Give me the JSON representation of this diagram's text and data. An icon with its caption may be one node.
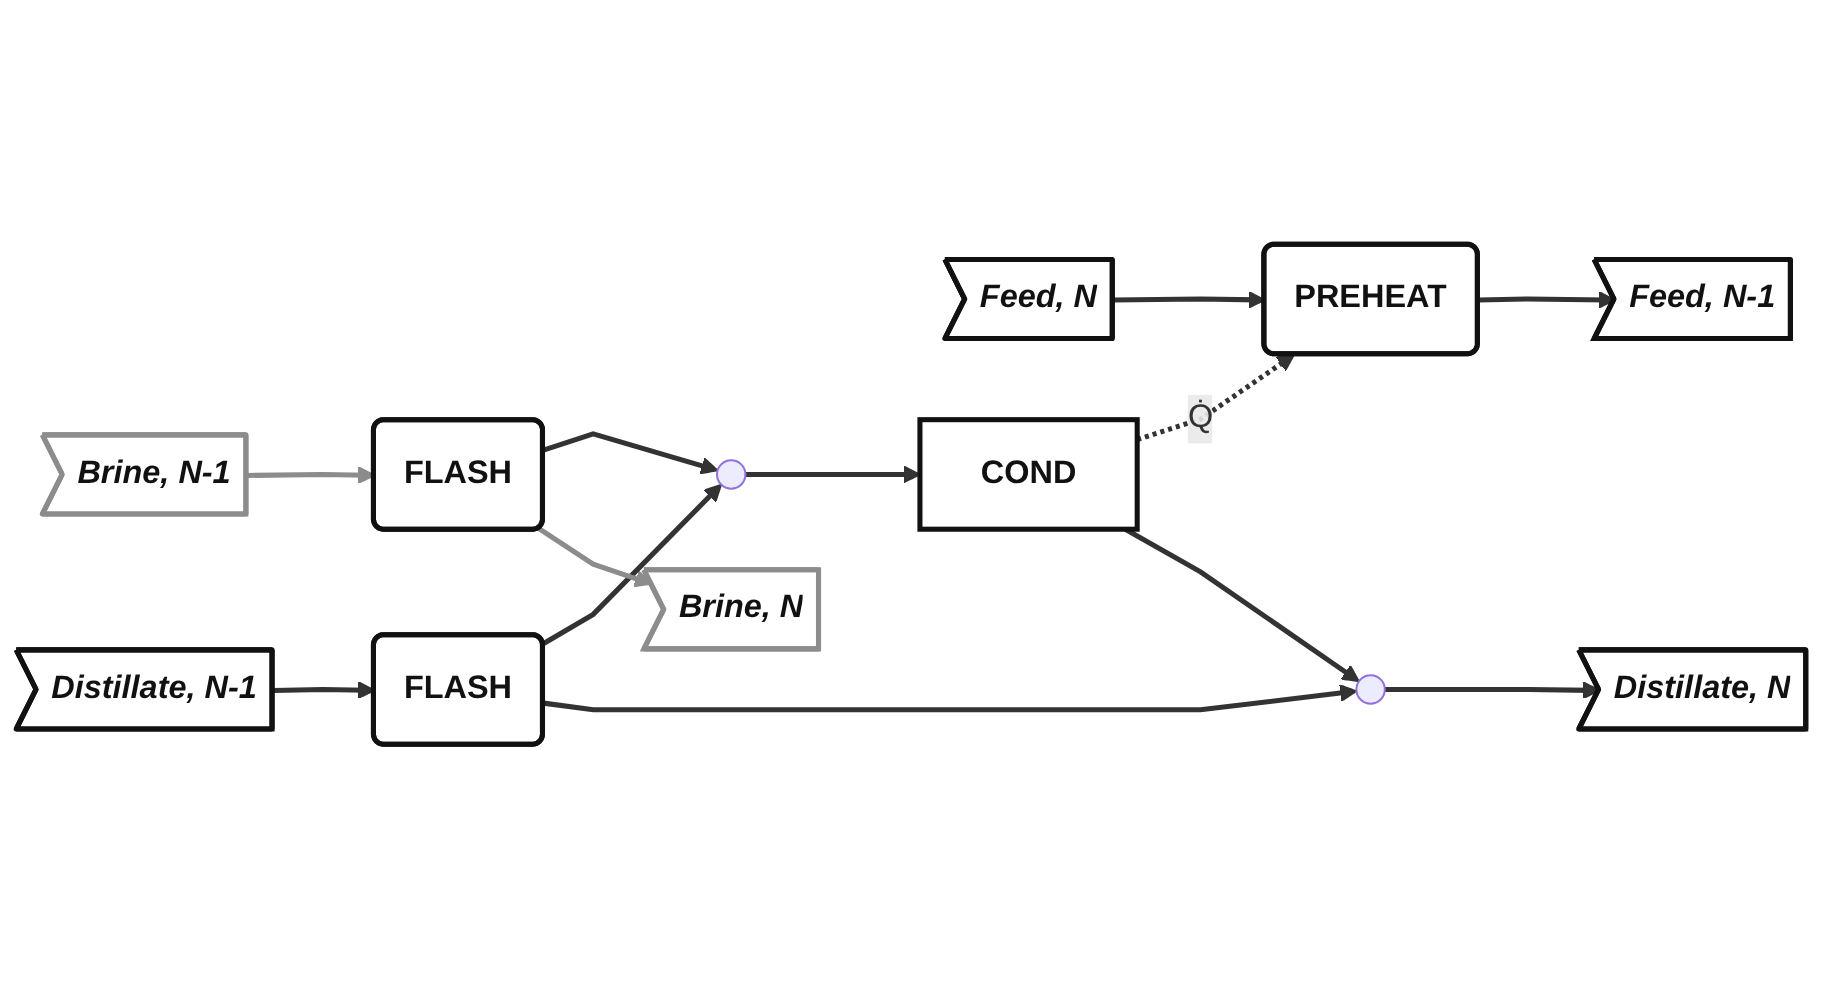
{
  "diagram": {
    "nodes": [
      {
        "text": [
          "Feed, N-1"
        ]
      },
      {
        "text": [
          "PREHEAT"
        ]
      },
      {
        "text": [
          "Feed, N"
        ]
      },
      {
        "text": [
          "COND"
        ]
      },
      {
        "text": [],
        "shape": "circle"
      },
      {
        "text": [
          "Brine, N-1"
        ]
      },
      {
        "text": [
          "FLASH"
        ]
      },
      {
        "text": [
          "Brine, N"
        ]
      },
      {
        "text": [
          "Distillate, N-1"
        ]
      },
      {
        "text": [
          "FLASH"
        ]
      },
      {
        "text": [],
        "shape": "circle"
      },
      {
        "text": [
          "Distillate, N"
        ]
      }
    ],
    "edges": [
      {
        "from": 2,
        "to": 1,
        "arrow": "to"
      },
      {
        "from": 1,
        "to": 0,
        "arrow": "to"
      },
      {
        "from": 3,
        "to": 1,
        "arrow": "to",
        "style": "dashed",
        "label": "Q̇"
      },
      {
        "from": 9,
        "to": 4,
        "arrow": "to"
      },
      {
        "from": 6,
        "to": 4,
        "arrow": "to"
      },
      {
        "from": 4,
        "to": 3,
        "arrow": "to"
      },
      {
        "from": 5,
        "to": 6,
        "arrow": "to",
        "color": "#8c8c8c"
      },
      {
        "from": 6,
        "to": 7,
        "arrow": "to",
        "color": "#8c8c8c"
      },
      {
        "from": 8,
        "to": 9,
        "arrow": "to"
      },
      {
        "from": 9,
        "to": 10,
        "arrow": "to"
      },
      {
        "from": 3,
        "to": 10,
        "arrow": "to"
      },
      {
        "from": 10,
        "to": 11,
        "arrow": "to"
      }
    ]
  }
}
